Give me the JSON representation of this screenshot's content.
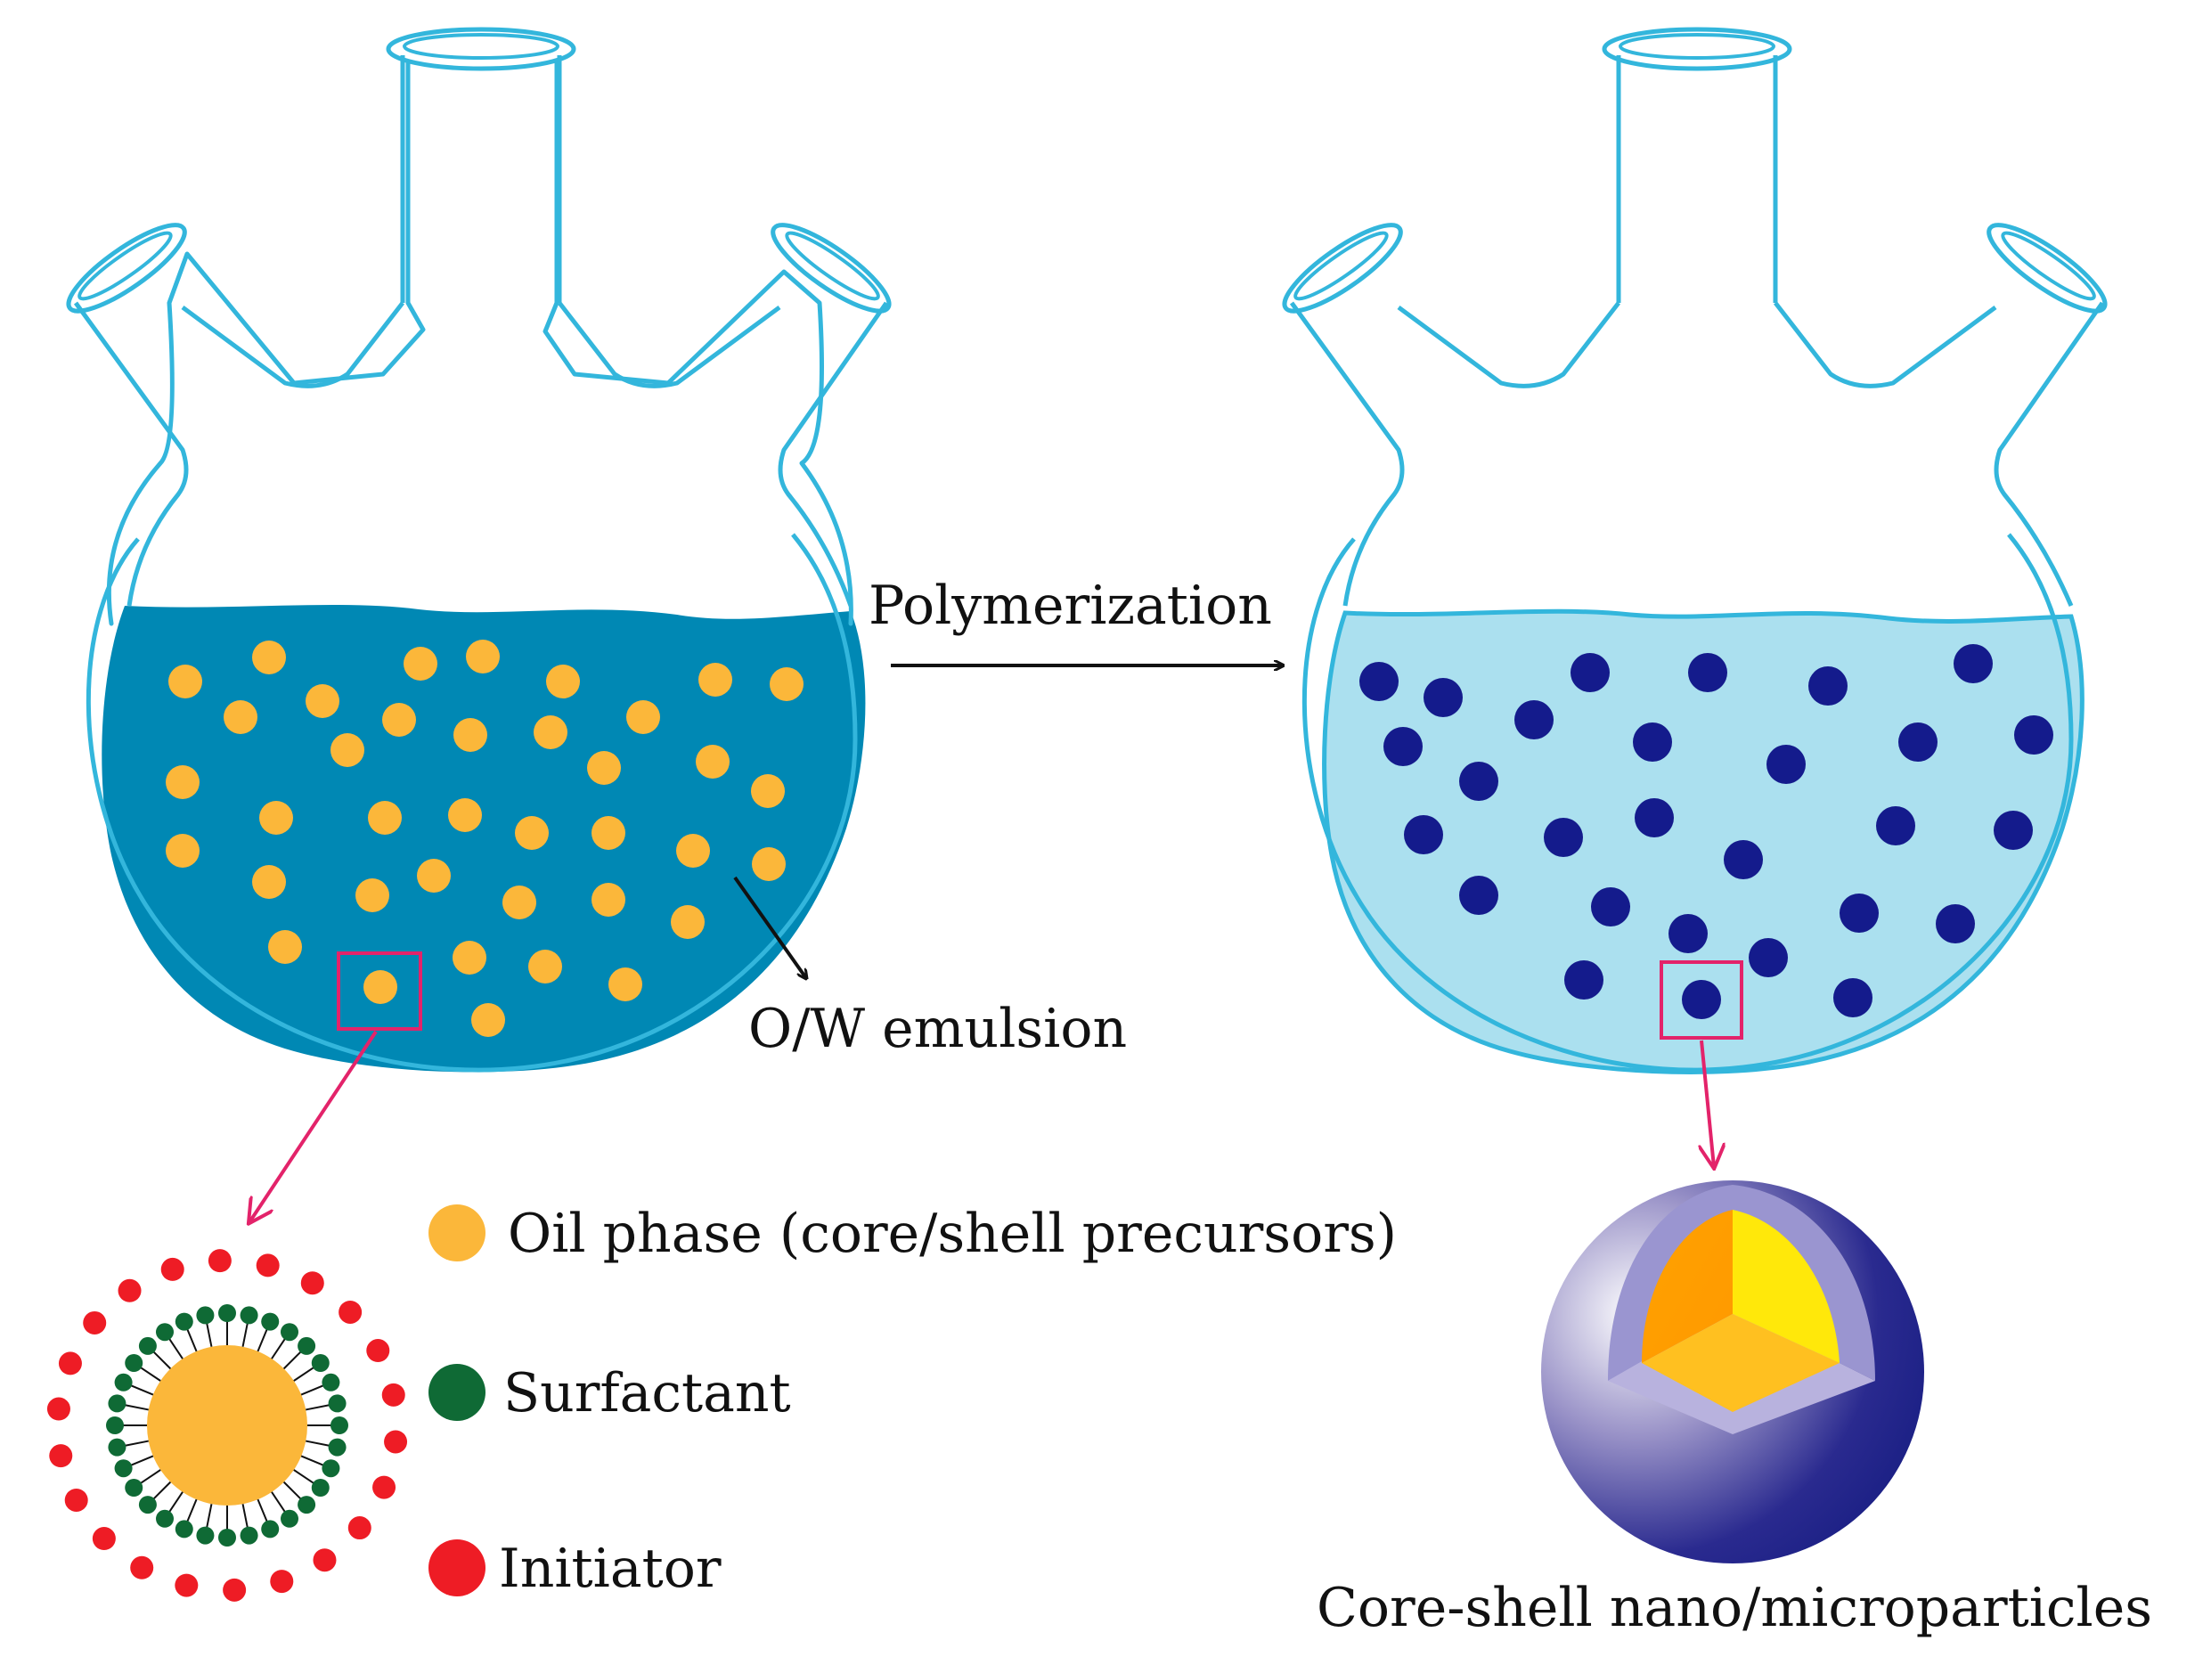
{
  "labels": {
    "polymerization": "Polymerization",
    "emulsion": "O/W emulsion",
    "product": "Core-shell nano/microparticles"
  },
  "legend": [
    {
      "label": "Oil phase (core/shell precursors)",
      "color": "#fbb73a",
      "icon": "oil-droplet-icon"
    },
    {
      "label": "Surfactant",
      "color": "#0f6a35",
      "icon": "surfactant-icon"
    },
    {
      "label": "Initiator",
      "color": "#ee1c25",
      "icon": "initiator-icon"
    }
  ],
  "colors": {
    "flask_outline": "#33b6dc",
    "emulsion_liquid": "#0088b4",
    "polymer_liquid": "#abe0ef",
    "oil_droplet": "#fbb73a",
    "particle": "#141b8c",
    "highlight_box": "#e3236a",
    "arrow": "#111111"
  }
}
